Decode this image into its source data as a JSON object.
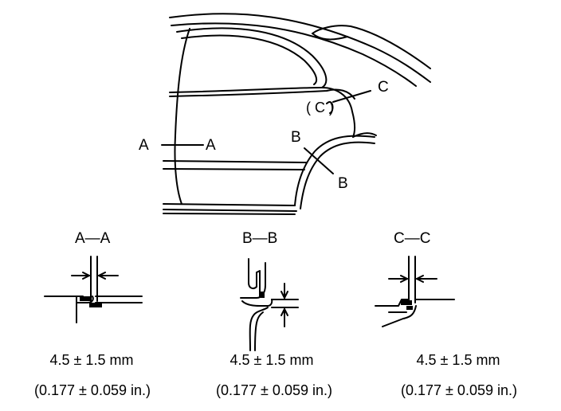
{
  "callouts": {
    "aa_left": "A",
    "aa_right": "A",
    "bb_top": "B",
    "bb_bottom": "B",
    "cc_outer": "C",
    "cc_inner": "( C )"
  },
  "sections": [
    {
      "title": "A—A",
      "dimension_mm": "4.5 ± 1.5 mm",
      "dimension_in": "(0.177 ± 0.059 in.)"
    },
    {
      "title": "B—B",
      "dimension_mm": "4.5 ± 1.5 mm",
      "dimension_in": "(0.177 ± 0.059 in.)"
    },
    {
      "title": "C—C",
      "dimension_mm": "4.5 ± 1.5 mm",
      "dimension_in": "(0.177 ± 0.059 in.)"
    }
  ]
}
